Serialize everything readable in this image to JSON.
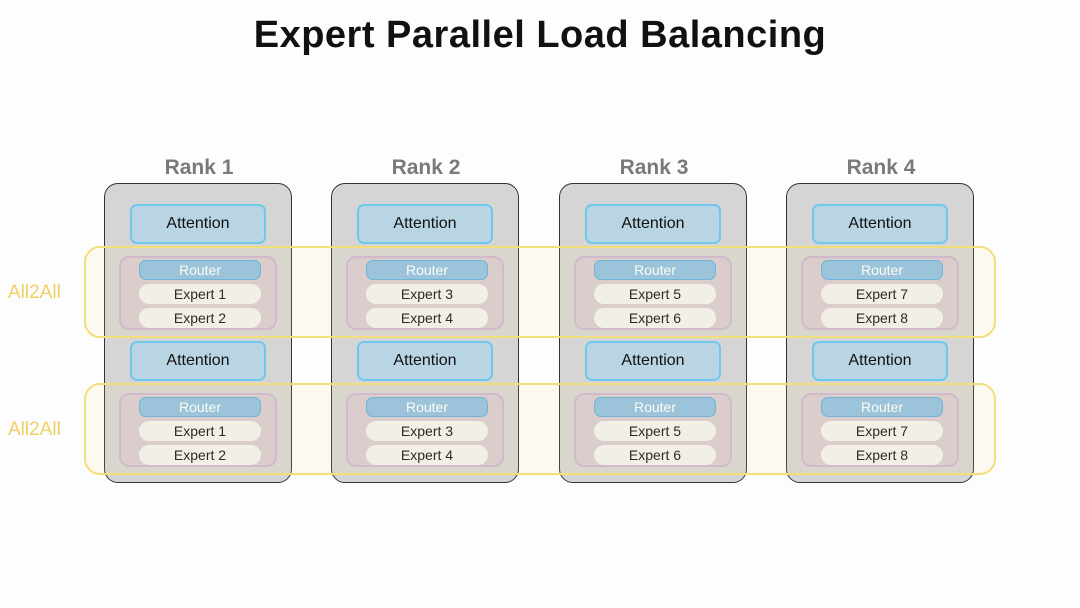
{
  "title": "Expert Parallel Load Balancing",
  "all2all_label": "All2All",
  "ranks": [
    {
      "label": "Rank 1",
      "layers": [
        {
          "attention": "Attention",
          "router": "Router",
          "experts": [
            "Expert 1",
            "Expert 2"
          ]
        },
        {
          "attention": "Attention",
          "router": "Router",
          "experts": [
            "Expert 1",
            "Expert 2"
          ]
        }
      ]
    },
    {
      "label": "Rank 2",
      "layers": [
        {
          "attention": "Attention",
          "router": "Router",
          "experts": [
            "Expert 3",
            "Expert 4"
          ]
        },
        {
          "attention": "Attention",
          "router": "Router",
          "experts": [
            "Expert 3",
            "Expert 4"
          ]
        }
      ]
    },
    {
      "label": "Rank 3",
      "layers": [
        {
          "attention": "Attention",
          "router": "Router",
          "experts": [
            "Expert 5",
            "Expert 6"
          ]
        },
        {
          "attention": "Attention",
          "router": "Router",
          "experts": [
            "Expert 5",
            "Expert 6"
          ]
        }
      ]
    },
    {
      "label": "Rank 4",
      "layers": [
        {
          "attention": "Attention",
          "router": "Router",
          "experts": [
            "Expert 7",
            "Expert 8"
          ]
        },
        {
          "attention": "Attention",
          "router": "Router",
          "experts": [
            "Expert 7",
            "Expert 8"
          ]
        }
      ]
    }
  ]
}
